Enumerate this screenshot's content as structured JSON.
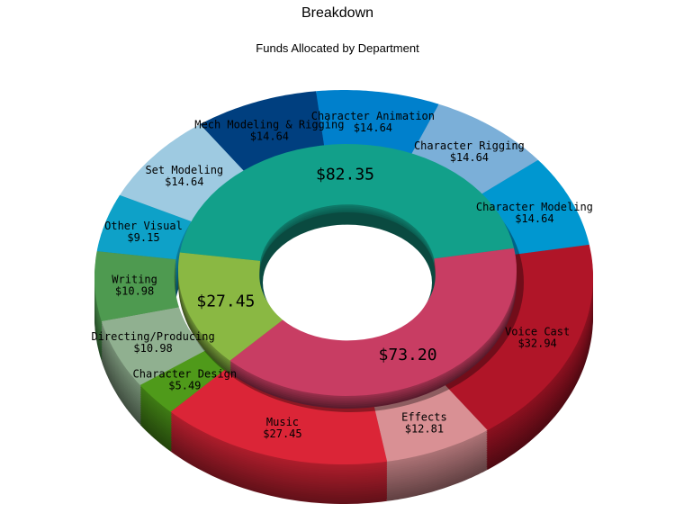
{
  "chart_data": {
    "type": "pie",
    "variant": "3d-nested-donut",
    "title": "Breakdown",
    "subtitle": "Funds Allocated by Department",
    "inner": [
      {
        "label": "$82.35",
        "value": 82.35,
        "color": "#12a08a"
      },
      {
        "label": "$73.20",
        "value": 73.2,
        "color": "#c83d63"
      },
      {
        "label": "$27.45",
        "value": 27.45,
        "color": "#8ab843"
      }
    ],
    "outer": [
      {
        "name": "Other Visual",
        "label": "$9.15",
        "value": 9.15,
        "color": "#0ea1c8"
      },
      {
        "name": "Set Modeling",
        "label": "$14.64",
        "value": 14.64,
        "color": "#9ecae1"
      },
      {
        "name": "Mech Modeling & Rigging",
        "label": "$14.64",
        "value": 14.64,
        "color": "#003f7f"
      },
      {
        "name": "Character Animation",
        "label": "$14.64",
        "value": 14.64,
        "color": "#0080cc"
      },
      {
        "name": "Character Rigging",
        "label": "$14.64",
        "value": 14.64,
        "color": "#7bafd8"
      },
      {
        "name": "Character Modeling",
        "label": "$14.64",
        "value": 14.64,
        "color": "#0097d0"
      },
      {
        "name": "Voice Cast",
        "label": "$32.94",
        "value": 32.94,
        "color": "#b01528"
      },
      {
        "name": "Effects",
        "label": "$12.81",
        "value": 12.81,
        "color": "#d99094"
      },
      {
        "name": "Music",
        "label": "$27.45",
        "value": 27.45,
        "color": "#db2537"
      },
      {
        "name": "Character Design",
        "label": "$5.49",
        "value": 5.49,
        "color": "#4f9a1a"
      },
      {
        "name": "Directing/Producing",
        "label": "$10.98",
        "value": 10.98,
        "color": "#90b090"
      },
      {
        "name": "Writing",
        "label": "$10.98",
        "value": 10.98,
        "color": "#4e9a50"
      }
    ]
  }
}
